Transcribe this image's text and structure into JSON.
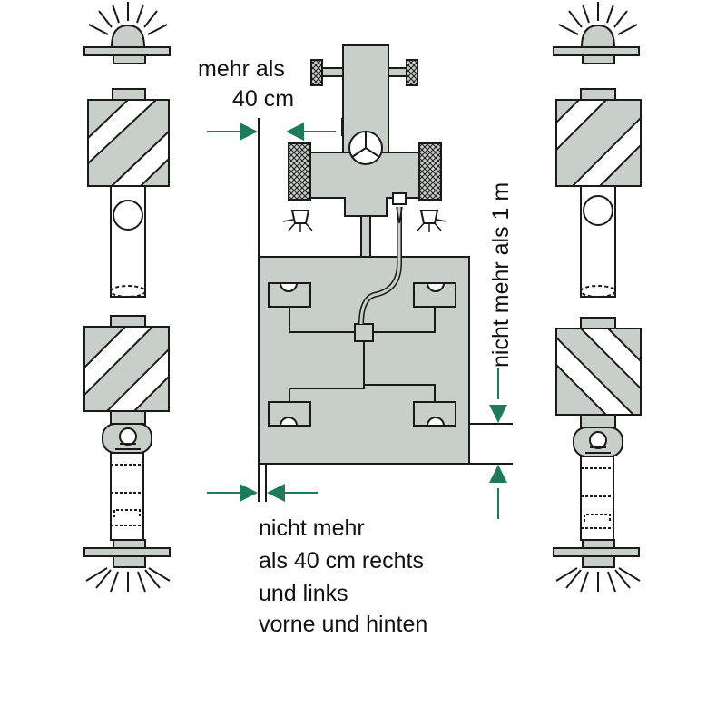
{
  "labels": {
    "top_spacing_line1": "mehr als",
    "top_spacing_line2": "40 cm",
    "height_limit": "nicht mehr als 1 m",
    "overhang_line1": "nicht mehr",
    "overhang_line2": "als 40 cm rechts",
    "overhang_line3": "und links",
    "overhang_line4": "vorne und hinten"
  },
  "colors": {
    "fill_gray": "#c8cec8",
    "stroke": "#1a1a1a",
    "arrow_green": "#1f7a5c",
    "stripe_white": "#ffffff"
  }
}
